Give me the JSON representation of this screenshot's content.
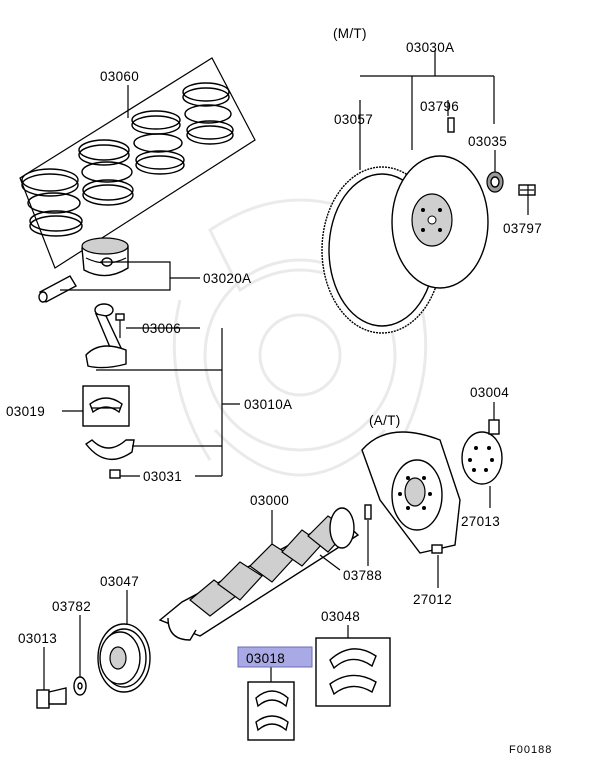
{
  "diagram": {
    "labels": {
      "mt_note": "(M/T)",
      "at_note": "(A/T)",
      "p03030A": "03030A",
      "p03796": "03796",
      "p03057": "03057",
      "p03035": "03035",
      "p03797": "03797",
      "p03060": "03060",
      "p03020A": "03020A",
      "p03006": "03006",
      "p03010A": "03010A",
      "p03019": "03019",
      "p03031": "03031",
      "p03004": "03004",
      "p03000": "03000",
      "p27013": "27013",
      "p03788": "03788",
      "p27012": "27012",
      "p03047": "03047",
      "p03782": "03782",
      "p03013": "03013",
      "p03048": "03048",
      "p03018": "03018",
      "figure_code": "F00188"
    },
    "highlight_color": "#a9a9e6"
  }
}
